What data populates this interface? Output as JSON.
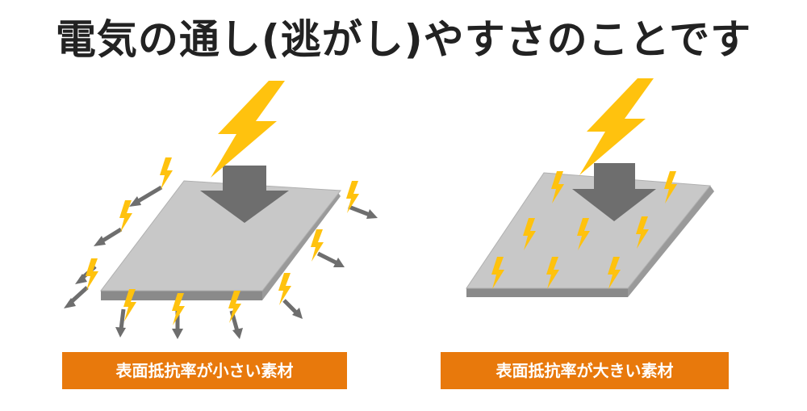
{
  "title": "電気の通し(逃がし)やすさのことです",
  "labels": {
    "left": "表面抵抗率が小さい素材",
    "right": "表面抵抗率が大きい素材"
  },
  "colors": {
    "bolt": "#ffc20e",
    "arrow": "#6e6e6e",
    "plate_top": "#c8c8c8",
    "plate_side": "#8a8a8a",
    "label_bg": "#e8790c"
  },
  "icons": [
    "lightning-bolt-icon",
    "down-arrow-icon",
    "outward-arrow-icon"
  ]
}
